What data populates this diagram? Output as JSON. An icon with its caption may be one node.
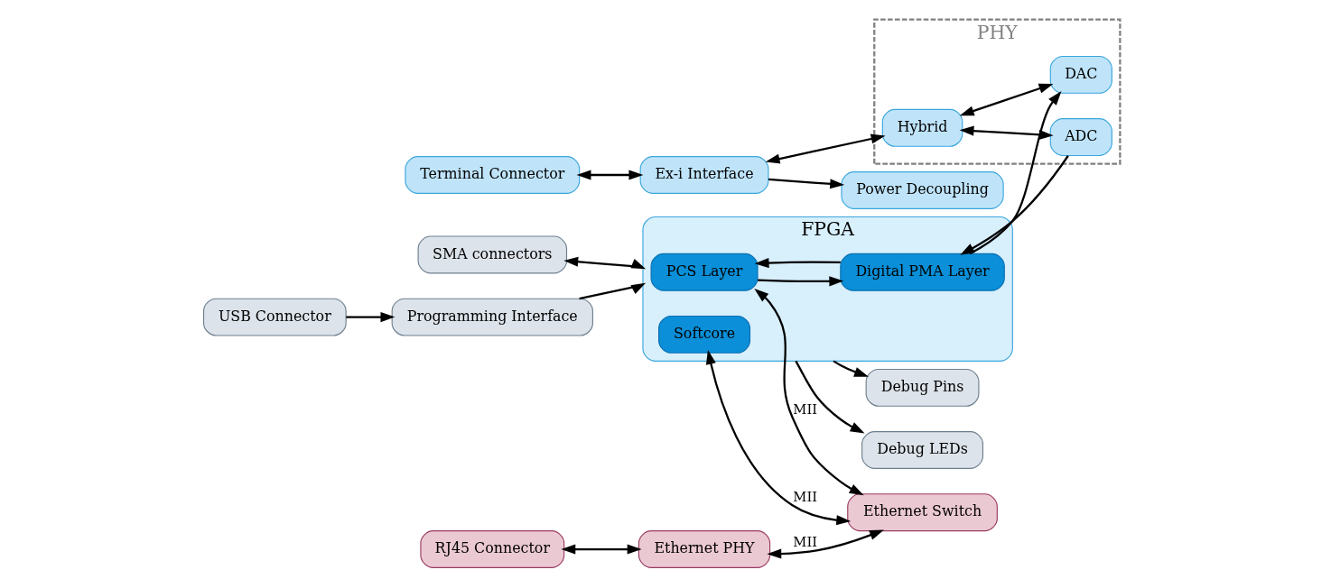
{
  "diagram": {
    "nodes": [
      {
        "text": [
          "USB Connector"
        ]
      },
      {
        "text": [
          "Programming Interface"
        ]
      },
      {
        "text": [
          "SMA connectors"
        ]
      },
      {
        "text": [
          "Debug Pins"
        ]
      },
      {
        "text": [
          "Debug LEDs"
        ]
      },
      {
        "text": [
          "RJ45 Connector"
        ]
      },
      {
        "text": [
          "Ethernet PHY"
        ]
      },
      {
        "text": [
          "FPGA"
        ]
      },
      {
        "text": [
          "PHY"
        ]
      },
      {
        "text": [
          "ADC"
        ],
        "in": 8
      },
      {
        "text": [
          "PCS Layer"
        ],
        "in": 7
      },
      {
        "text": [
          "Digital PMA Layer"
        ],
        "in": 7
      },
      {
        "text": [
          "Terminal Connector"
        ]
      },
      {
        "text": [
          "Ex-i Interface"
        ]
      },
      {
        "text": [
          "Hybrid"
        ],
        "in": 8
      },
      {
        "text": [
          "Ethernet Switch"
        ]
      },
      {
        "text": [
          "DAC"
        ],
        "in": 8
      },
      {
        "text": [
          "Softcore"
        ],
        "in": 7
      },
      {
        "text": [
          "Power Decoupling"
        ]
      }
    ],
    "edges": [
      {
        "from": 0,
        "to": 1,
        "arrow": "to"
      },
      {
        "from": 1,
        "to": 7,
        "arrow": "to"
      },
      {
        "from": 2,
        "to": 7,
        "arrow": "both"
      },
      {
        "from": 7,
        "to": 3,
        "arrow": "to"
      },
      {
        "from": 7,
        "to": 4,
        "arrow": "to"
      },
      {
        "from": 5,
        "to": 6,
        "arrow": "both"
      },
      {
        "from": 6,
        "to": 15,
        "arrow": "both",
        "label": "MII"
      },
      {
        "from": 14,
        "to": 9,
        "arrow": "both"
      },
      {
        "from": 9,
        "to": 11,
        "arrow": "to"
      },
      {
        "from": 11,
        "to": 10,
        "arrow": "to"
      },
      {
        "from": 10,
        "to": 11,
        "arrow": "to"
      },
      {
        "from": 10,
        "to": 15,
        "arrow": "both",
        "label": "MII"
      },
      {
        "from": 12,
        "to": 13,
        "arrow": "both"
      },
      {
        "from": 13,
        "to": 14,
        "arrow": "both"
      },
      {
        "from": 13,
        "to": 18,
        "arrow": "to"
      },
      {
        "from": 14,
        "to": 16,
        "arrow": "both"
      },
      {
        "from": 11,
        "to": 16,
        "arrow": "to"
      },
      {
        "from": 17,
        "to": 15,
        "arrow": "both",
        "label": "MII"
      }
    ]
  }
}
